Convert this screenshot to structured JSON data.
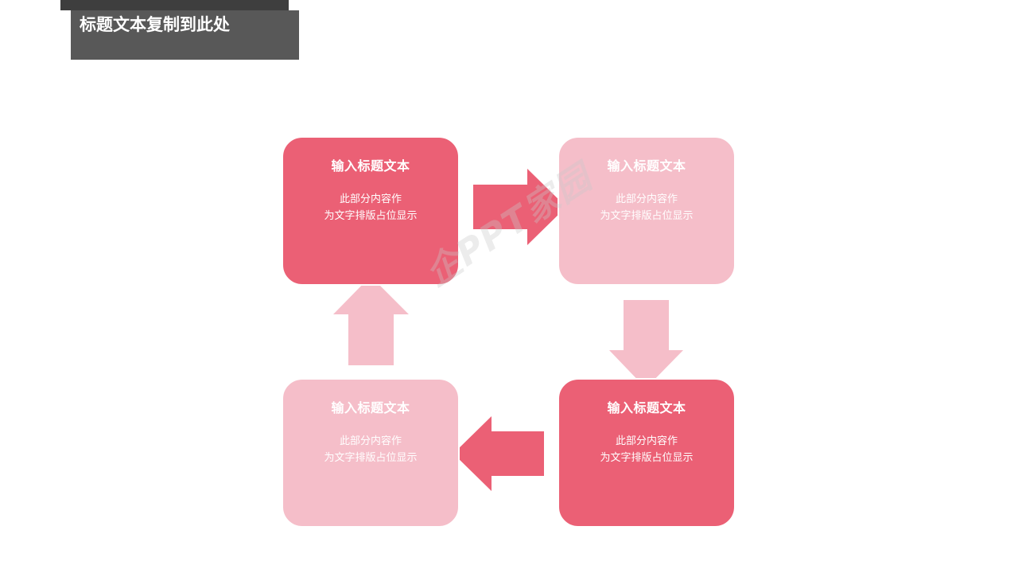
{
  "slide": {
    "title": "标题文本复制到此处"
  },
  "boxes": [
    {
      "position": "top-left",
      "title": "输入标题文本",
      "line1": "此部分内容作",
      "line2": "为文字排版占位显示",
      "style": "dark"
    },
    {
      "position": "top-right",
      "title": "输入标题文本",
      "line1": "此部分内容作",
      "line2": "为文字排版占位显示",
      "style": "light"
    },
    {
      "position": "bottom-right",
      "title": "输入标题文本",
      "line1": "此部分内容作",
      "line2": "为文字排版占位显示",
      "style": "dark"
    },
    {
      "position": "bottom-left",
      "title": "输入标题文本",
      "line1": "此部分内容作",
      "line2": "为文字排版占位显示",
      "style": "light"
    }
  ],
  "arrows": [
    {
      "from": "top-left",
      "to": "top-right",
      "direction": "right",
      "style": "dark"
    },
    {
      "from": "top-right",
      "to": "bottom-right",
      "direction": "down",
      "style": "light"
    },
    {
      "from": "bottom-right",
      "to": "bottom-left",
      "direction": "left",
      "style": "dark"
    },
    {
      "from": "bottom-left",
      "to": "top-left",
      "direction": "up",
      "style": "light"
    }
  ],
  "watermark": {
    "text": "企PPT家园"
  },
  "colors": {
    "title_bar": "#585858",
    "title_bar_shadow": "#3e3e3e",
    "dark_pink": "#eb6075",
    "light_pink": "#f5bec9",
    "text": "#ffffff"
  }
}
